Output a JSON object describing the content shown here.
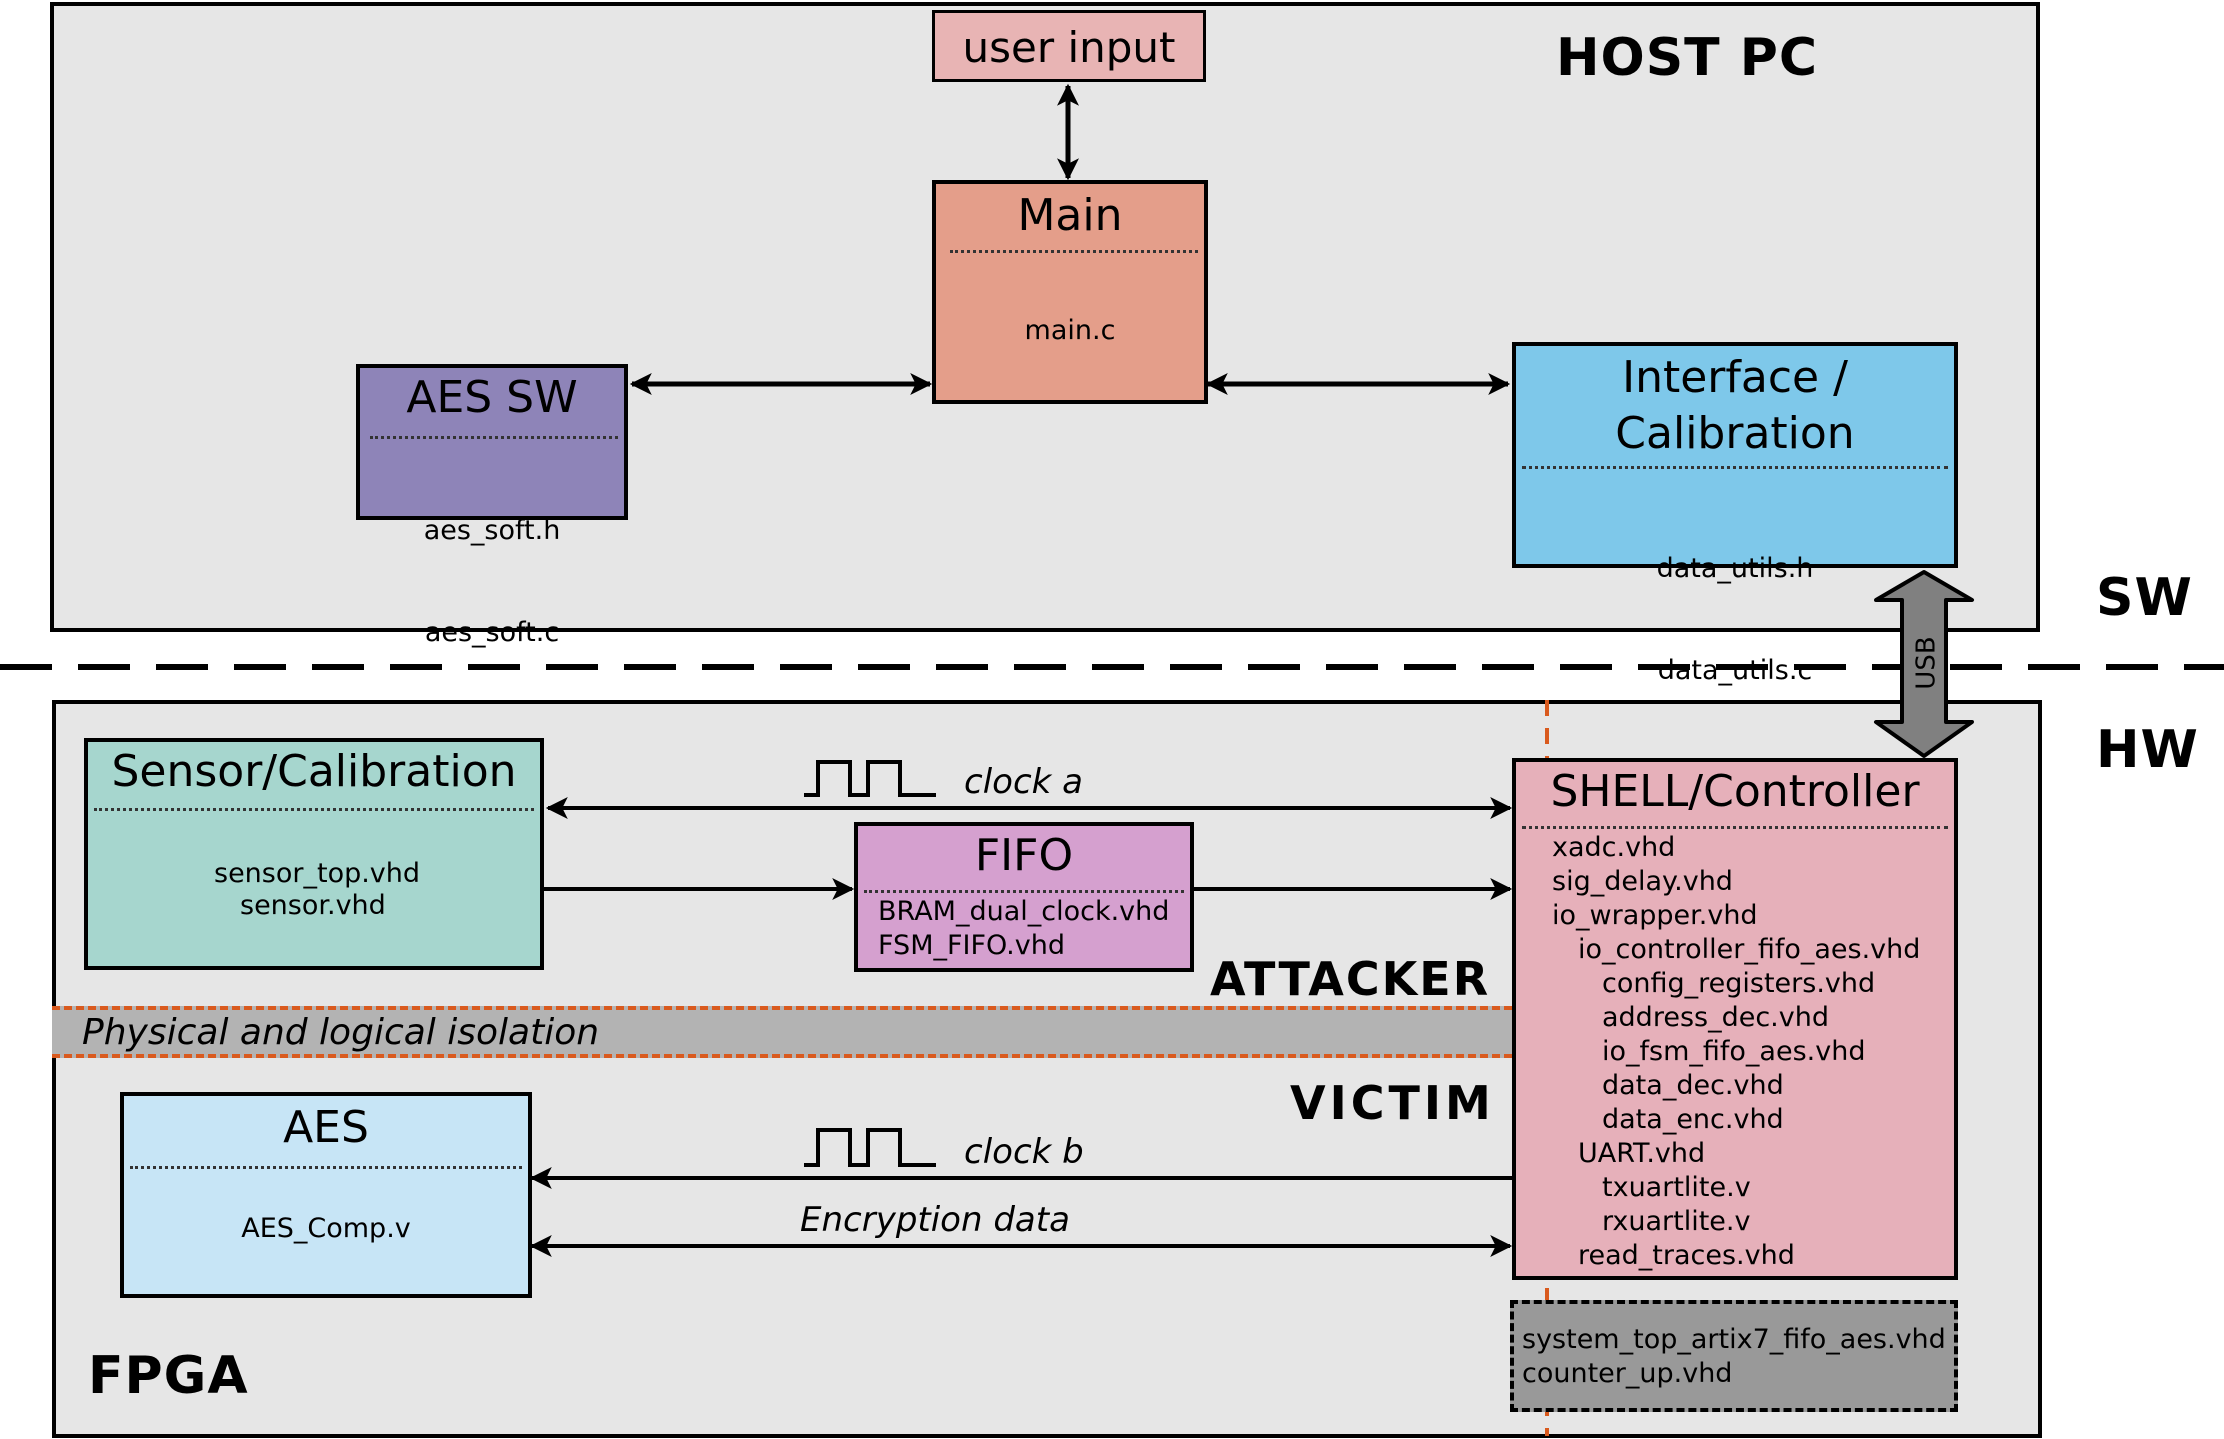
{
  "regions": {
    "host": "HOST PC",
    "fpga": "FPGA",
    "sw": "SW",
    "hw": "HW",
    "attacker": "ATTACKER",
    "victim": "VICTIM",
    "isolation": "Physical and logical isolation"
  },
  "boxes": {
    "user_input": "user input",
    "main": {
      "title": "Main",
      "files": [
        "main.c"
      ]
    },
    "aes_sw": {
      "title": "AES SW",
      "files": [
        "aes_soft.h",
        "aes_soft.c"
      ]
    },
    "interface": {
      "title_line1": "Interface /",
      "title_line2": "Calibration",
      "files": [
        "data_utils.h",
        "data_utils.c"
      ]
    },
    "sensor": {
      "title": "Sensor/Calibration",
      "files": [
        "sensor_top.vhd",
        "sensor.vhd"
      ]
    },
    "fifo": {
      "title": "FIFO",
      "files": [
        "BRAM_dual_clock.vhd",
        "FSM_FIFO.vhd"
      ]
    },
    "aes": {
      "title": "AES",
      "files": [
        "AES_Comp.v"
      ]
    },
    "shell": {
      "title": "SHELL/Controller",
      "files": [
        "xadc.vhd",
        "sig_delay.vhd",
        "io_wrapper.vhd",
        "io_controller_fifo_aes.vhd",
        "config_registers.vhd",
        "address_dec.vhd",
        "io_fsm_fifo_aes.vhd",
        "data_dec.vhd",
        "data_enc.vhd",
        "UART.vhd",
        "txuartlite.v",
        "rxuartlite.v",
        "read_traces.vhd"
      ]
    },
    "top": {
      "files": [
        "system_top_artix7_fifo_aes.vhd",
        "counter_up.vhd"
      ]
    }
  },
  "signals": {
    "usb": "USB",
    "clock_a": "clock a",
    "clock_b": "clock b",
    "encryption": "Encryption data"
  },
  "colors": {
    "region_bg": "#e6e6e6",
    "user_input": "#e8b4b4",
    "main": "#e49e8a",
    "aes_sw": "#8e84b8",
    "interface": "#7ec8ea",
    "sensor": "#a6d6ce",
    "fifo": "#d5a0cf",
    "aes": "#c7e5f6",
    "shell": "#e6b0ba",
    "top": "#999999",
    "isolation": "#b3b3b3",
    "isolation_border": "#d95a1e",
    "usb_arrow": "#808080"
  }
}
